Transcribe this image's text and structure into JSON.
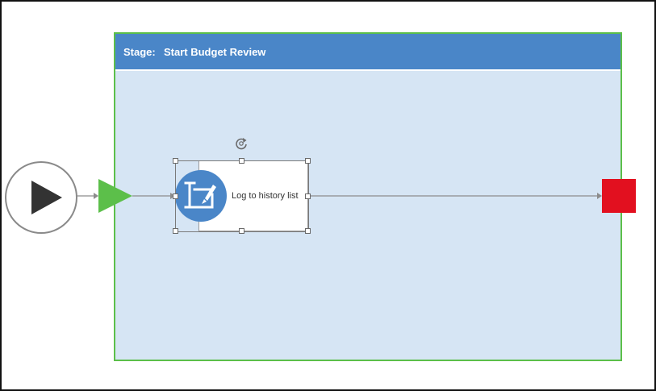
{
  "stage": {
    "prefix": "Stage:",
    "name": "Start Budget Review"
  },
  "action": {
    "label": "Log to history list",
    "icon": "history-log-icon"
  },
  "nodes": {
    "start_icon": "play-icon",
    "entry_icon": "stage-entry-triangle-icon",
    "end_icon": "end-square-icon"
  },
  "colors": {
    "stage_border": "#5cbf4a",
    "stage_header": "#4a86c8",
    "stage_body": "#d6e5f4",
    "entry_arrow": "#5cbf4a",
    "end_node": "#e2101f",
    "action_icon": "#4a86c8"
  }
}
